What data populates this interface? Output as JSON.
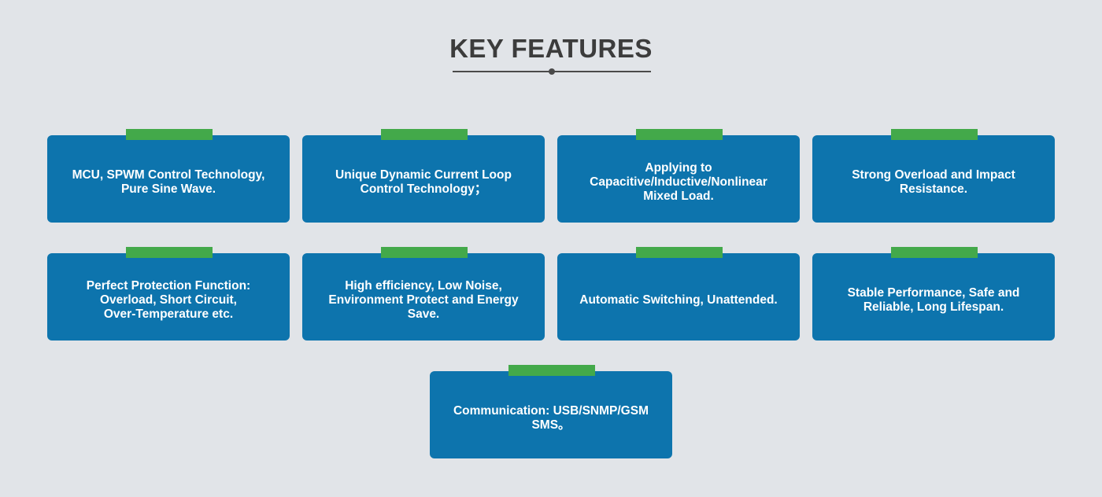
{
  "header": {
    "title": "KEY FEATURES"
  },
  "features": [
    {
      "text": "MCU, SPWM Control Technology,\nPure Sine Wave."
    },
    {
      "text": "Unique Dynamic Current Loop\nControl Technology；"
    },
    {
      "text": "Applying to\nCapacitive/Inductive/Nonlinear\nMixed Load."
    },
    {
      "text": "Strong Overload and Impact\nResistance."
    },
    {
      "text": "Perfect Protection Function:\nOverload, Short Circuit,\nOver-Temperature etc."
    },
    {
      "text": "High efficiency, Low Noise,\nEnvironment Protect and Energy Save."
    },
    {
      "text": "Automatic Switching, Unattended."
    },
    {
      "text": "Stable Performance, Safe and\nReliable, Long Lifespan."
    },
    {
      "text": "Communication: USB/SNMP/GSM\nSMS。"
    }
  ],
  "colors": {
    "background": "#e1e4e8",
    "card": "#0d74ad",
    "tab": "#43a94a",
    "title": "#3c3c3c"
  }
}
